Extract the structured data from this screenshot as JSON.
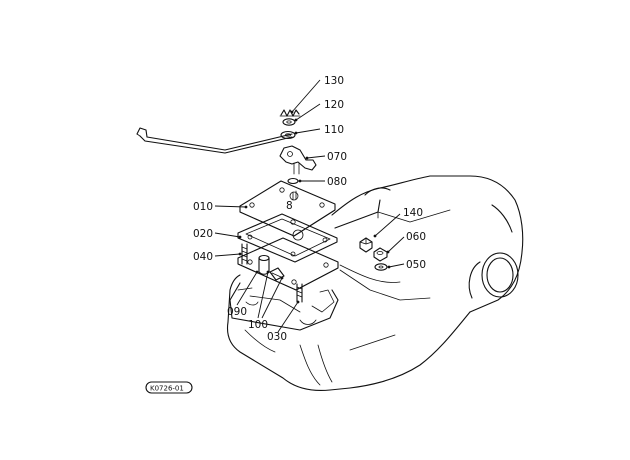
{
  "callouts": {
    "c130": "130",
    "c120": "120",
    "c110": "110",
    "c070": "070",
    "c080": "080",
    "c010": "010",
    "c140": "140",
    "c020": "020",
    "c060": "060",
    "c040": "040",
    "c050": "050",
    "c090": "090",
    "c100": "100",
    "c030": "030"
  },
  "plate_mark": "8",
  "drawing_code": "K0726-01"
}
